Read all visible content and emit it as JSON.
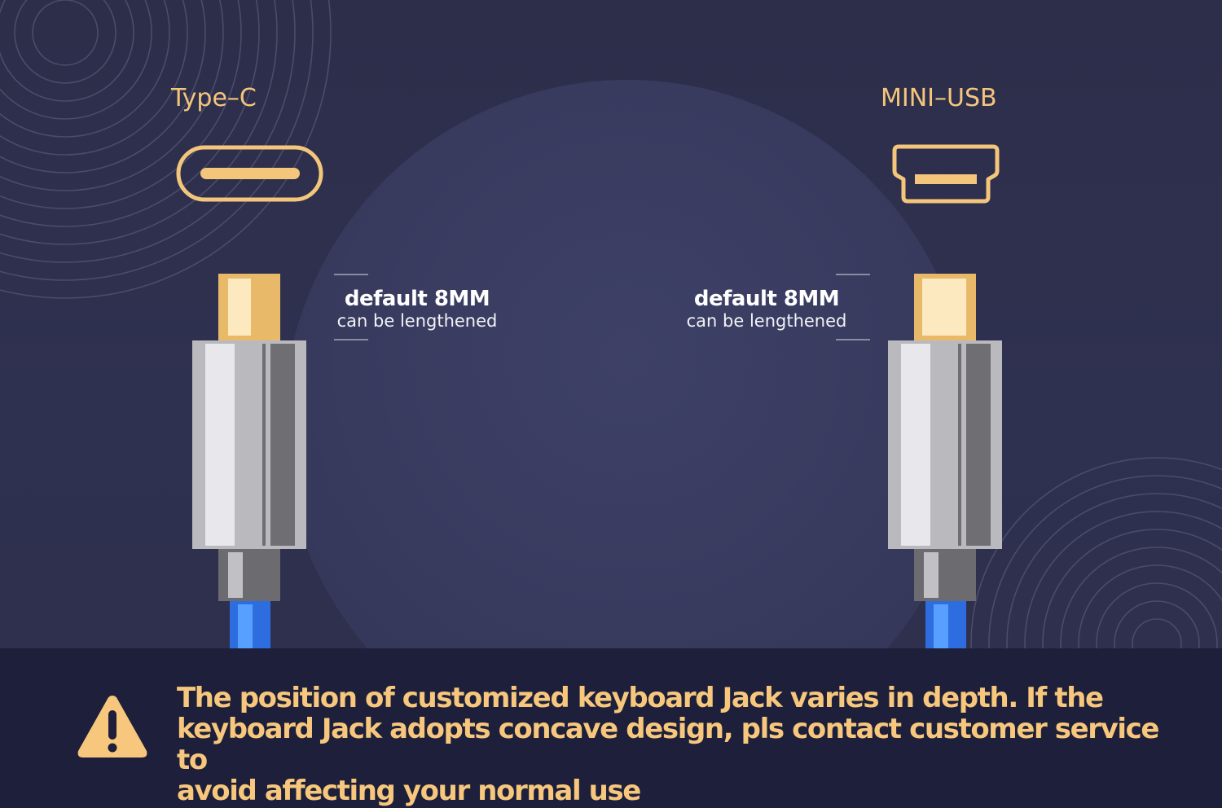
{
  "connectors": {
    "left": {
      "label": "Type–C",
      "icon": "type-c-port-icon",
      "note_main": "default 8MM",
      "note_sub": "can be lengthened"
    },
    "right": {
      "label": "MINI–USB",
      "icon": "mini-usb-port-icon",
      "note_main": "default 8MM",
      "note_sub": "can be lengthened"
    }
  },
  "warning": {
    "icon": "warning-icon",
    "lines": [
      "The position of customized keyboard Jack varies in depth. If the",
      "keyboard Jack adopts concave design, pls contact customer service to",
      "avoid affecting your normal use"
    ]
  },
  "colors": {
    "background": "#2d2e4a",
    "accent": "#f4c67c",
    "warning_bar": "#1e1f3a",
    "cable": "#3b82f0"
  }
}
